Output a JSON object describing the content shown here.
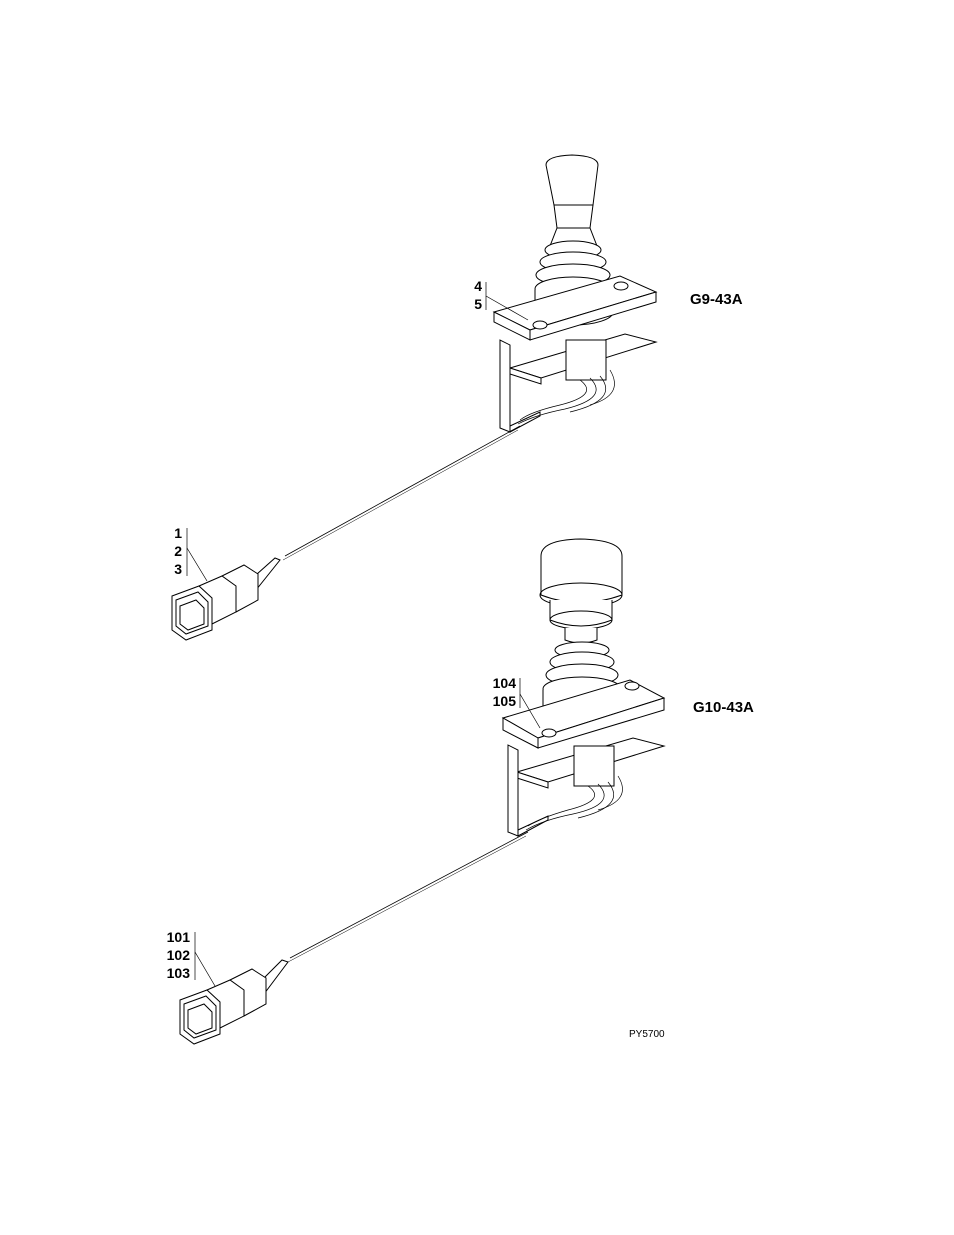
{
  "assemblies": [
    {
      "model": "G9-43A",
      "connector_callouts": [
        "1",
        "2",
        "3"
      ],
      "mount_callouts": [
        "4",
        "5"
      ]
    },
    {
      "model": "G10-43A",
      "connector_callouts": [
        "101",
        "102",
        "103"
      ],
      "mount_callouts": [
        "104",
        "105"
      ]
    }
  ],
  "drawing_ref": "PY5700"
}
